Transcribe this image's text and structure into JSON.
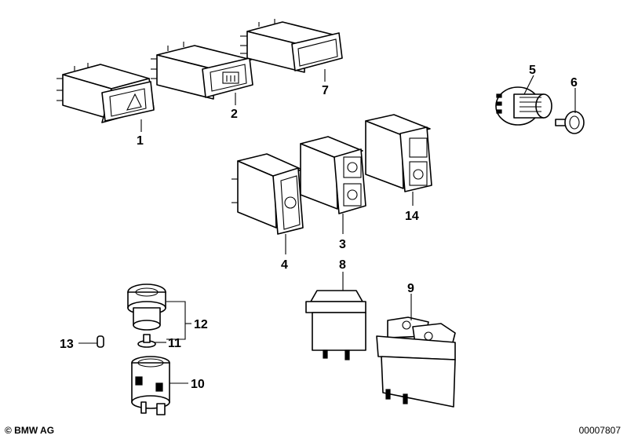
{
  "callouts": {
    "c1": "1",
    "c2": "2",
    "c3": "3",
    "c4": "4",
    "c5": "5",
    "c6": "6",
    "c7": "7",
    "c8": "8",
    "c9": "9",
    "c10": "10",
    "c11": "11",
    "c12": "12",
    "c13": "13",
    "c14": "14"
  },
  "footer": {
    "copyright": "© BMW AG",
    "reference": "00007807"
  }
}
